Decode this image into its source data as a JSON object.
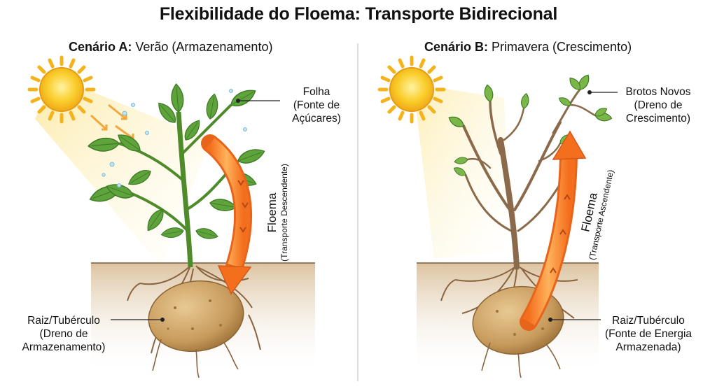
{
  "title": "Flexibilidade do Floema: Transporte Bidirecional",
  "scenario_a": {
    "label": "Cenário A:",
    "name": "Verão (Armazenamento)",
    "leaf_label": [
      "Folha",
      "(Fonte de",
      "Açúcares)"
    ],
    "root_label": [
      "Raiz/Tubérculo",
      "(Dreno de",
      "Armazenamento)"
    ],
    "phloem_label": "Floema",
    "phloem_sub": "(Transporte Descendente)",
    "flow_direction": "down"
  },
  "scenario_b": {
    "label": "Cenário B:",
    "name": "Primavera (Crescimento)",
    "shoot_label": [
      "Brotos Novos",
      "(Dreno de",
      "Crescimento)"
    ],
    "root_label": [
      "Raiz/Tubérculo",
      "(Fonte de Energia",
      "Armazenada)"
    ],
    "phloem_label": "Floema",
    "phloem_sub": "(Transporte Ascendente)",
    "flow_direction": "up"
  },
  "colors": {
    "sun": "#f7c21b",
    "leaf": "#5fa33c",
    "leaf_dark": "#3d7a25",
    "stem_bare": "#8a6a4a",
    "tuber": "#c9a063",
    "soil": "#e9d8c0",
    "arrow": "#f58a2b"
  },
  "icons": [
    "sun-icon",
    "plant-icon",
    "tuber-icon",
    "phloem-arrow-icon",
    "bare-tree-icon"
  ]
}
